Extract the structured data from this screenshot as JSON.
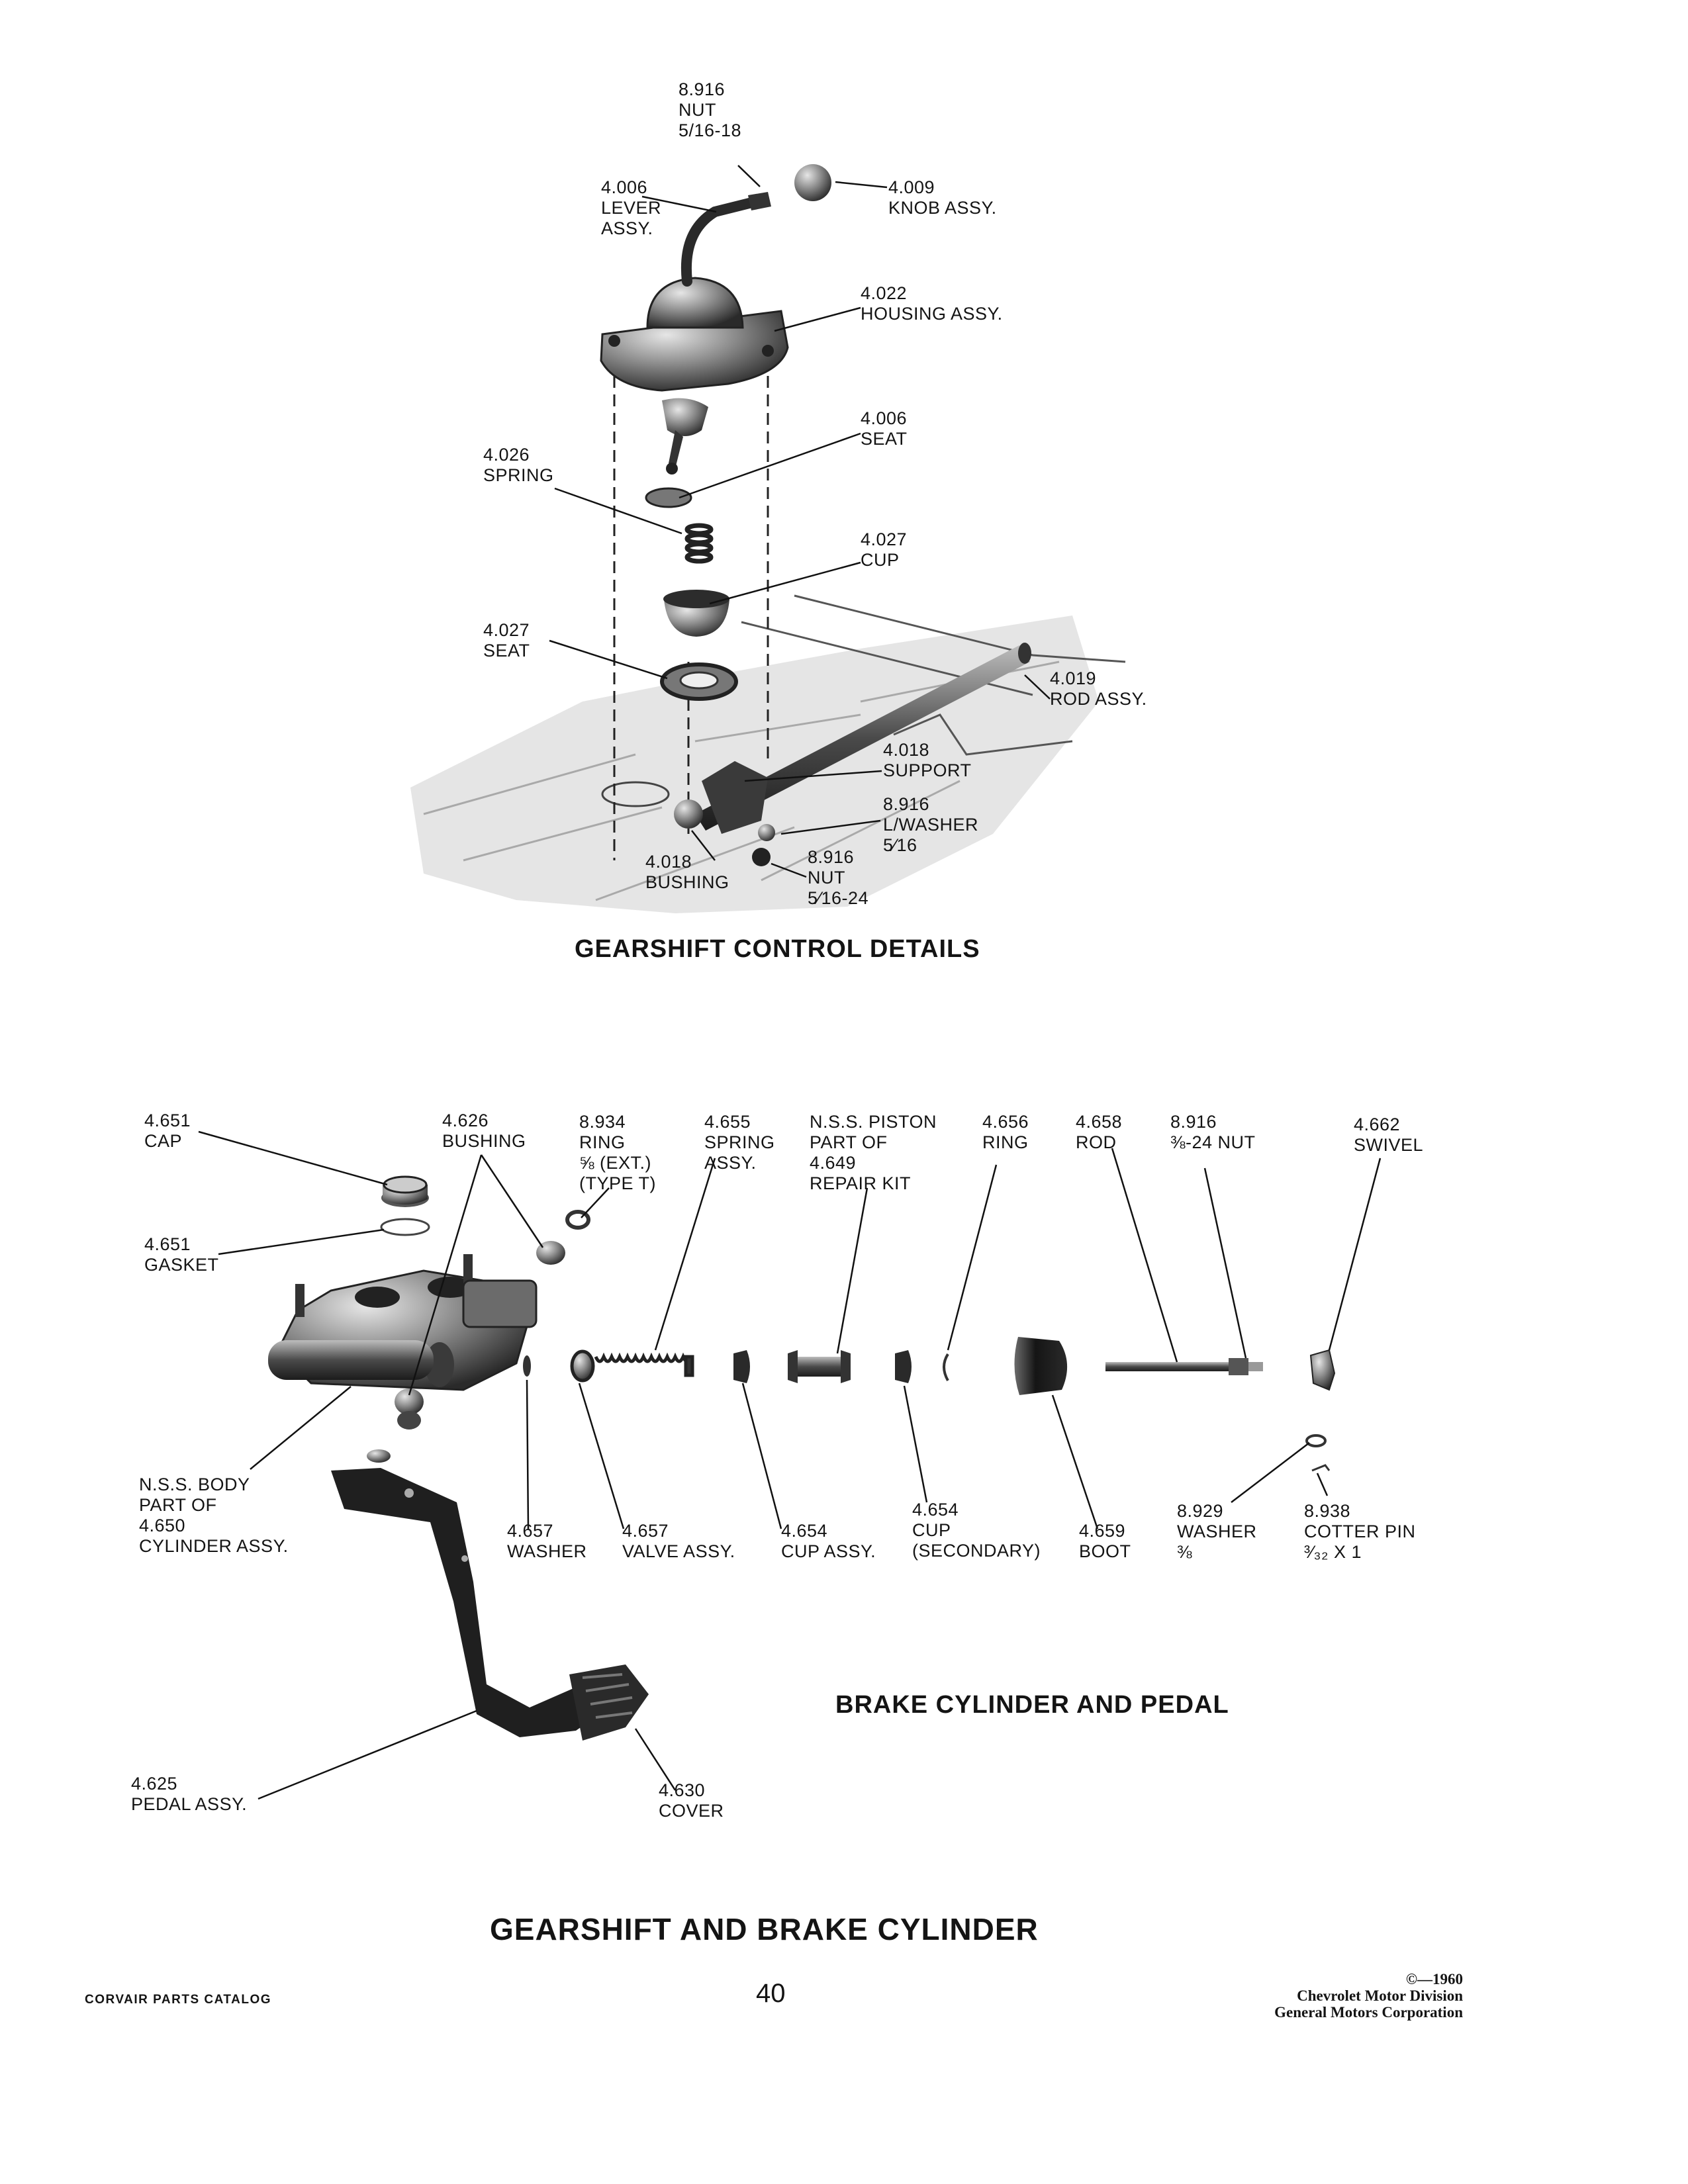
{
  "gearshift": {
    "section_title": "GEARSHIFT CONTROL DETAILS",
    "callouts": [
      {
        "id": "nut-top",
        "lines": [
          "8.916",
          "NUT",
          "5/16-18"
        ]
      },
      {
        "id": "lever",
        "lines": [
          "4.006",
          "LEVER",
          "ASSY."
        ]
      },
      {
        "id": "knob",
        "lines": [
          "4.009",
          "KNOB ASSY."
        ]
      },
      {
        "id": "housing",
        "lines": [
          "4.022",
          "HOUSING ASSY."
        ]
      },
      {
        "id": "seat-upper",
        "lines": [
          "4.006",
          "SEAT"
        ]
      },
      {
        "id": "spring",
        "lines": [
          "4.026",
          "SPRING"
        ]
      },
      {
        "id": "cup",
        "lines": [
          "4.027",
          "CUP"
        ]
      },
      {
        "id": "seat-lower",
        "lines": [
          "4.027",
          "SEAT"
        ]
      },
      {
        "id": "rod",
        "lines": [
          "4.019",
          "ROD ASSY."
        ]
      },
      {
        "id": "support",
        "lines": [
          "4.018",
          "SUPPORT"
        ]
      },
      {
        "id": "lwasher",
        "lines": [
          "8.916",
          "L/WASHER",
          "5⁄16"
        ]
      },
      {
        "id": "bushing",
        "lines": [
          "4.018",
          "BUSHING"
        ]
      },
      {
        "id": "nut-bottom",
        "lines": [
          "8.916",
          "NUT",
          "5⁄16-24"
        ]
      }
    ]
  },
  "brake": {
    "section_title": "BRAKE CYLINDER AND PEDAL",
    "callouts": [
      {
        "id": "cap",
        "lines": [
          "4.651",
          "CAP"
        ]
      },
      {
        "id": "gasket",
        "lines": [
          "4.651",
          "GASKET"
        ]
      },
      {
        "id": "bushing",
        "lines": [
          "4.626",
          "BUSHING"
        ]
      },
      {
        "id": "ring-ext",
        "lines": [
          "8.934",
          "RING",
          "⅝ (EXT.)",
          "(TYPE T)"
        ]
      },
      {
        "id": "spring-assy",
        "lines": [
          "4.655",
          "SPRING",
          "ASSY."
        ]
      },
      {
        "id": "piston",
        "lines": [
          "N.S.S. PISTON",
          "PART OF",
          "4.649",
          "REPAIR KIT"
        ]
      },
      {
        "id": "ring",
        "lines": [
          "4.656",
          "RING"
        ]
      },
      {
        "id": "rod",
        "lines": [
          "4.658",
          "ROD"
        ]
      },
      {
        "id": "nut",
        "lines": [
          "8.916",
          "⅜-24 NUT"
        ]
      },
      {
        "id": "swivel",
        "lines": [
          "4.662",
          "SWIVEL"
        ]
      },
      {
        "id": "body",
        "lines": [
          "N.S.S. BODY",
          "PART OF",
          "4.650",
          "CYLINDER ASSY."
        ]
      },
      {
        "id": "washer",
        "lines": [
          "4.657",
          "WASHER"
        ]
      },
      {
        "id": "valve",
        "lines": [
          "4.657",
          "VALVE ASSY."
        ]
      },
      {
        "id": "cup-assy",
        "lines": [
          "4.654",
          "CUP ASSY."
        ]
      },
      {
        "id": "cup-secondary",
        "lines": [
          "4.654",
          "CUP",
          "(SECONDARY)"
        ]
      },
      {
        "id": "boot",
        "lines": [
          "4.659",
          "BOOT"
        ]
      },
      {
        "id": "washer-38",
        "lines": [
          "8.929",
          "WASHER",
          "⅜"
        ]
      },
      {
        "id": "cotter-pin",
        "lines": [
          "8.938",
          "COTTER PIN",
          "³⁄₃₂ x 1"
        ]
      },
      {
        "id": "pedal",
        "lines": [
          "4.625",
          "PEDAL ASSY."
        ]
      },
      {
        "id": "cover",
        "lines": [
          "4.630",
          "COVER"
        ]
      }
    ]
  },
  "page_title": "GEARSHIFT AND BRAKE CYLINDER",
  "footer": {
    "catalog": "CORVAIR PARTS CATALOG",
    "page_number": "40",
    "copyright": "©—1960",
    "division": "Chevrolet Motor Division",
    "corporation": "General Motors Corporation"
  }
}
